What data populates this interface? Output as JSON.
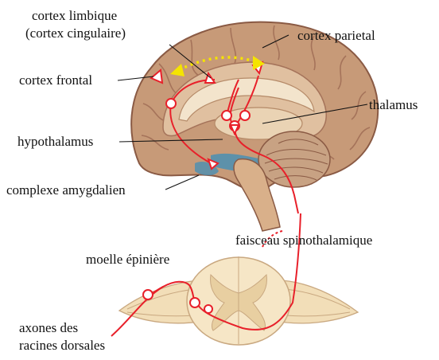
{
  "labels": {
    "cortex_limbique_line1": "cortex limbique",
    "cortex_limbique_line2": "(cortex cingulaire)",
    "cortex_parietal": "cortex parietal",
    "cortex_frontal": "cortex frontal",
    "thalamus": "thalamus",
    "hypothalamus": "hypothalamus",
    "complexe_amygdalien": "complexe amygdalien",
    "faisceau_spinothalamique": "faisceau spinothalamique",
    "moelle_epiniere": "moelle épinière",
    "axones_line1": "axones des",
    "axones_line2": "racines dorsales"
  },
  "colors": {
    "pathway": "#e8202a",
    "highlight_arrow": "#f5e400",
    "cortex": "#c79a78",
    "cortex_dark": "#a5735a",
    "deep_structure": "#e6c8a6",
    "brainstem": "#d9b08a",
    "ventricle": "#4a8fb3",
    "spinal_cord": "#f2deb8",
    "leader_line": "#111111"
  }
}
